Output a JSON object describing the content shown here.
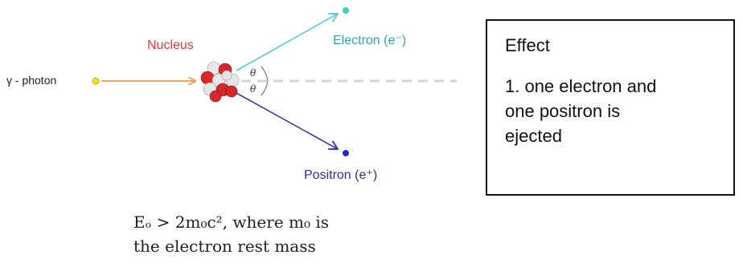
{
  "labels": {
    "photon": "γ - photon",
    "nucleus": "Nucleus",
    "electron": "Electron (e⁻)",
    "positron": "Positron (e⁺)",
    "theta": "θ"
  },
  "effect": {
    "title": "Effect",
    "text": "1. one electron and\none positron is\nejected"
  },
  "formula": {
    "text": "Eₒ > 2m₀c², where m₀ is\nthe electron rest mass"
  },
  "colors": {
    "photon_arrow": "#f5a65b",
    "photon_dot": "#f0e020",
    "electron": "#56cfd6",
    "positron": "#3a3e9e",
    "nucleus_red": "#d8262b",
    "nucleus_white": "#e6e6e6",
    "nucleus_label": "#e8383d",
    "dashed_axis": "#d4d4d4"
  }
}
